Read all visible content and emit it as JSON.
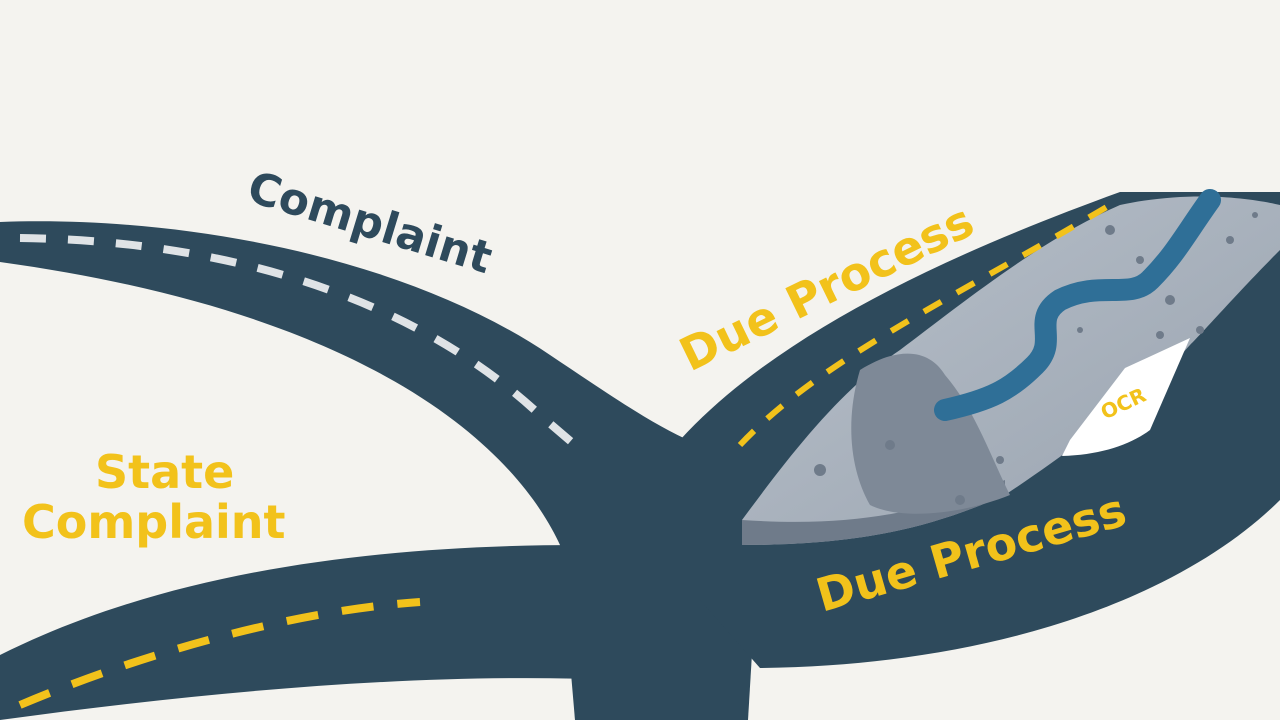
{
  "labels": {
    "complaint": "Complaint",
    "state_complaint_line1": "State",
    "state_complaint_line2": "Complaint",
    "due_process_upper": "Due Process",
    "due_process_lower": "Due Process",
    "ocr": "OCR"
  },
  "colors": {
    "background": "#f4f3ef",
    "road": "#2e4a5c",
    "navy_text": "#2e4a5c",
    "yellow": "#f2c21b",
    "white_dash": "#dfe3e6",
    "rock": "#a9b2bd",
    "river": "#2f6f97"
  }
}
